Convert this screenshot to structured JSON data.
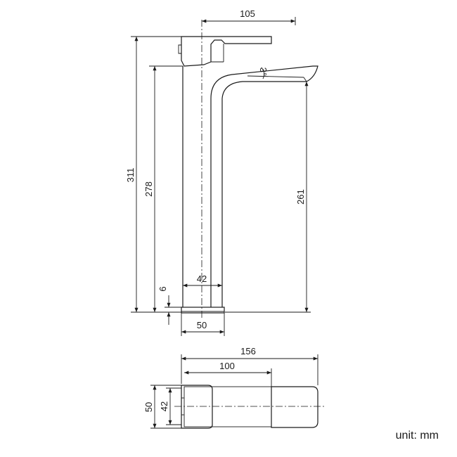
{
  "drawing": {
    "side_view": {
      "dimensions": {
        "spout_reach": "105",
        "angle": "3°",
        "total_height": "311",
        "body_height": "278",
        "spout_height": "261",
        "body_width": "42",
        "base_thickness": "6",
        "base_width": "50"
      }
    },
    "top_view": {
      "dimensions": {
        "total_length": "156",
        "body_length": "100",
        "width_outer": "50",
        "width_inner": "42"
      }
    },
    "unit_label": "unit: mm"
  },
  "colors": {
    "line": "#1a1a1a",
    "background": "#ffffff"
  }
}
